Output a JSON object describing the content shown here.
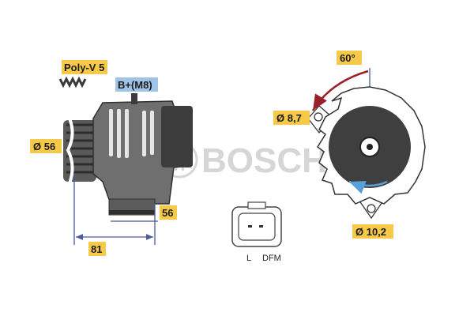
{
  "labels": {
    "belt": "Poly-V 5",
    "terminal": "B+(M8)",
    "pulley_diameter": "Ø 56",
    "mount_hole": "Ø 8,7",
    "angle": "60°",
    "lower_hole": "Ø 10,2",
    "height": "56",
    "length": "81"
  },
  "connector": {
    "pins": [
      "L",
      "DFM"
    ]
  },
  "watermark": {
    "brand": "BOSCH"
  },
  "colors": {
    "label_fill": "#f7c948",
    "terminal_fill": "#9ec5e8",
    "dim_line": "#4a5a9a",
    "angle_arrow": "#9a1f2a",
    "body_gray": "#6f6f6f",
    "dark_gray": "#3c3c3c",
    "rotation_arrow": "#5aa0d8"
  }
}
